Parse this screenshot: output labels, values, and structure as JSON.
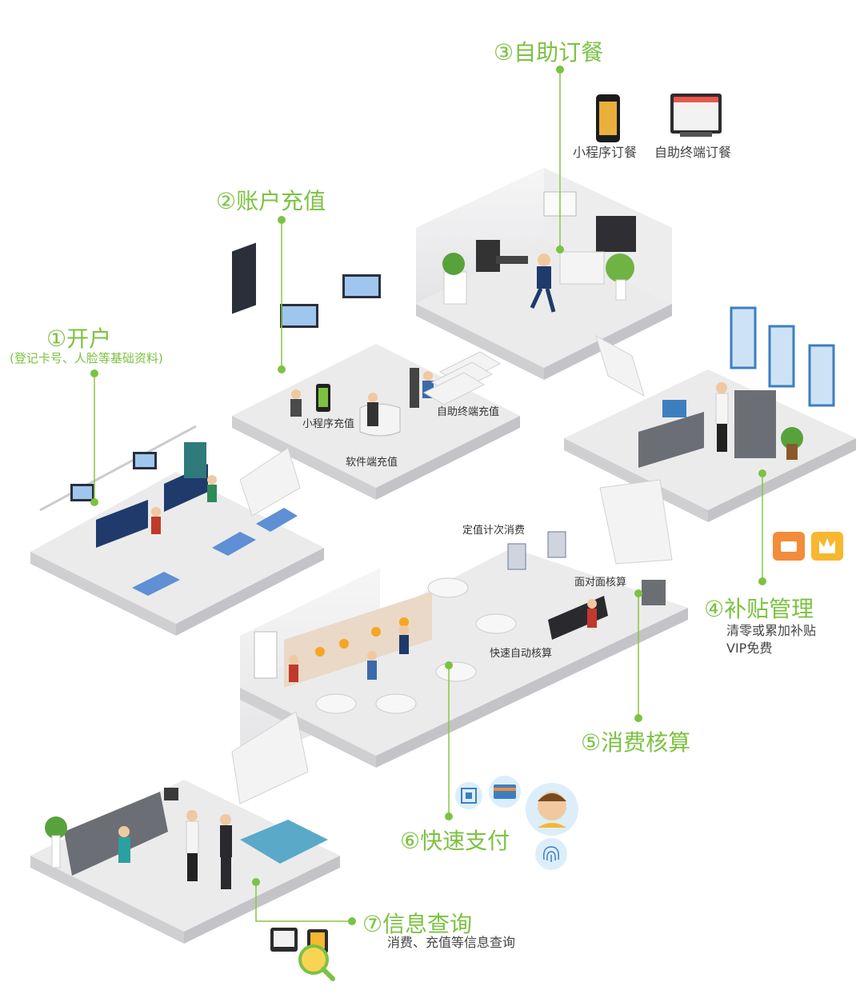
{
  "steps": {
    "s1": {
      "title": "①开户",
      "sub": "(登记卡号、人脸等基础资料)"
    },
    "s2": {
      "title": "②账户充值",
      "labels": [
        "小程序充值",
        "软件端充值",
        "自助终端充值"
      ]
    },
    "s3": {
      "title": "③自助订餐",
      "labels": [
        "小程序订餐",
        "自助终端订餐"
      ]
    },
    "s4": {
      "title": "④补贴管理",
      "lines": [
        "清零或累加补贴",
        "VIP免费"
      ]
    },
    "s5": {
      "title": "⑤消费核算",
      "labels": [
        "定值计次消费",
        "面对面核算",
        "快速自动核算"
      ]
    },
    "s6": {
      "title": "⑥快速支付"
    },
    "s7": {
      "title": "⑦信息查询",
      "sub": "消费、充值等信息查询"
    }
  },
  "colors": {
    "accent": "#7cc242",
    "floor": "#e9e9ea",
    "wall": "#f4f4f5",
    "line": "#8cc63f"
  },
  "icons": [
    "qr-code-icon",
    "card-icon",
    "face-icon",
    "fingerprint-icon",
    "yuan-coupon-icon",
    "crown-icon",
    "search-icon"
  ]
}
